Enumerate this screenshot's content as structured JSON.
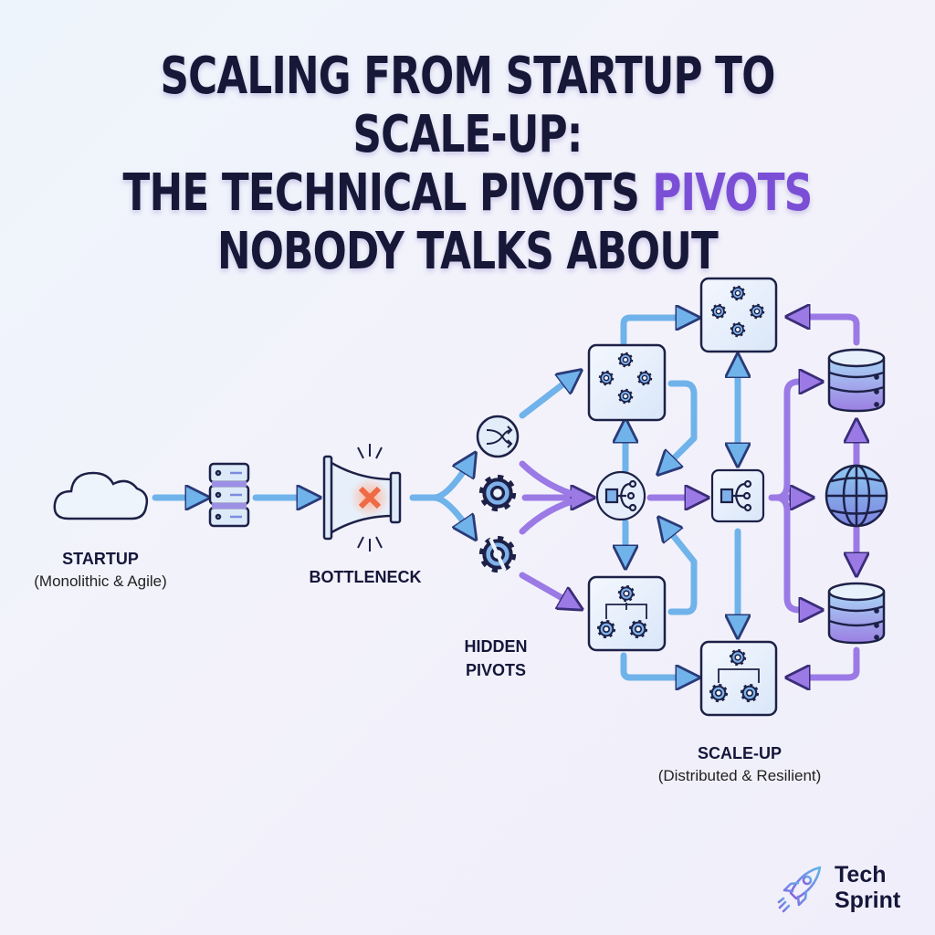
{
  "title": {
    "line1": "SCALING FROM STARTUP TO SCALE-UP:",
    "line2_main": "THE TECHNICAL PIVOTS",
    "line2_accent": "PIVOTS",
    "line3": "NOBODY TALKS ABOUT"
  },
  "stages": {
    "startup": {
      "label": "STARTUP",
      "sub": "(Monolithic & Agile)"
    },
    "bottleneck": {
      "label": "BOTTLENECK"
    },
    "hidden": {
      "label_line1": "HIDDEN",
      "label_line2": "PIVOTS"
    },
    "scaleup": {
      "label": "SCALE-UP",
      "sub": "(Distributed & Resilient)"
    }
  },
  "logo": {
    "line1": "Tech",
    "line2": "Sprint"
  },
  "colors": {
    "blue": "#5aa7e6",
    "purple": "#8a6ae0",
    "outline": "#1d2147",
    "accent": "#7a4fd6",
    "error": "#ef6a45"
  }
}
